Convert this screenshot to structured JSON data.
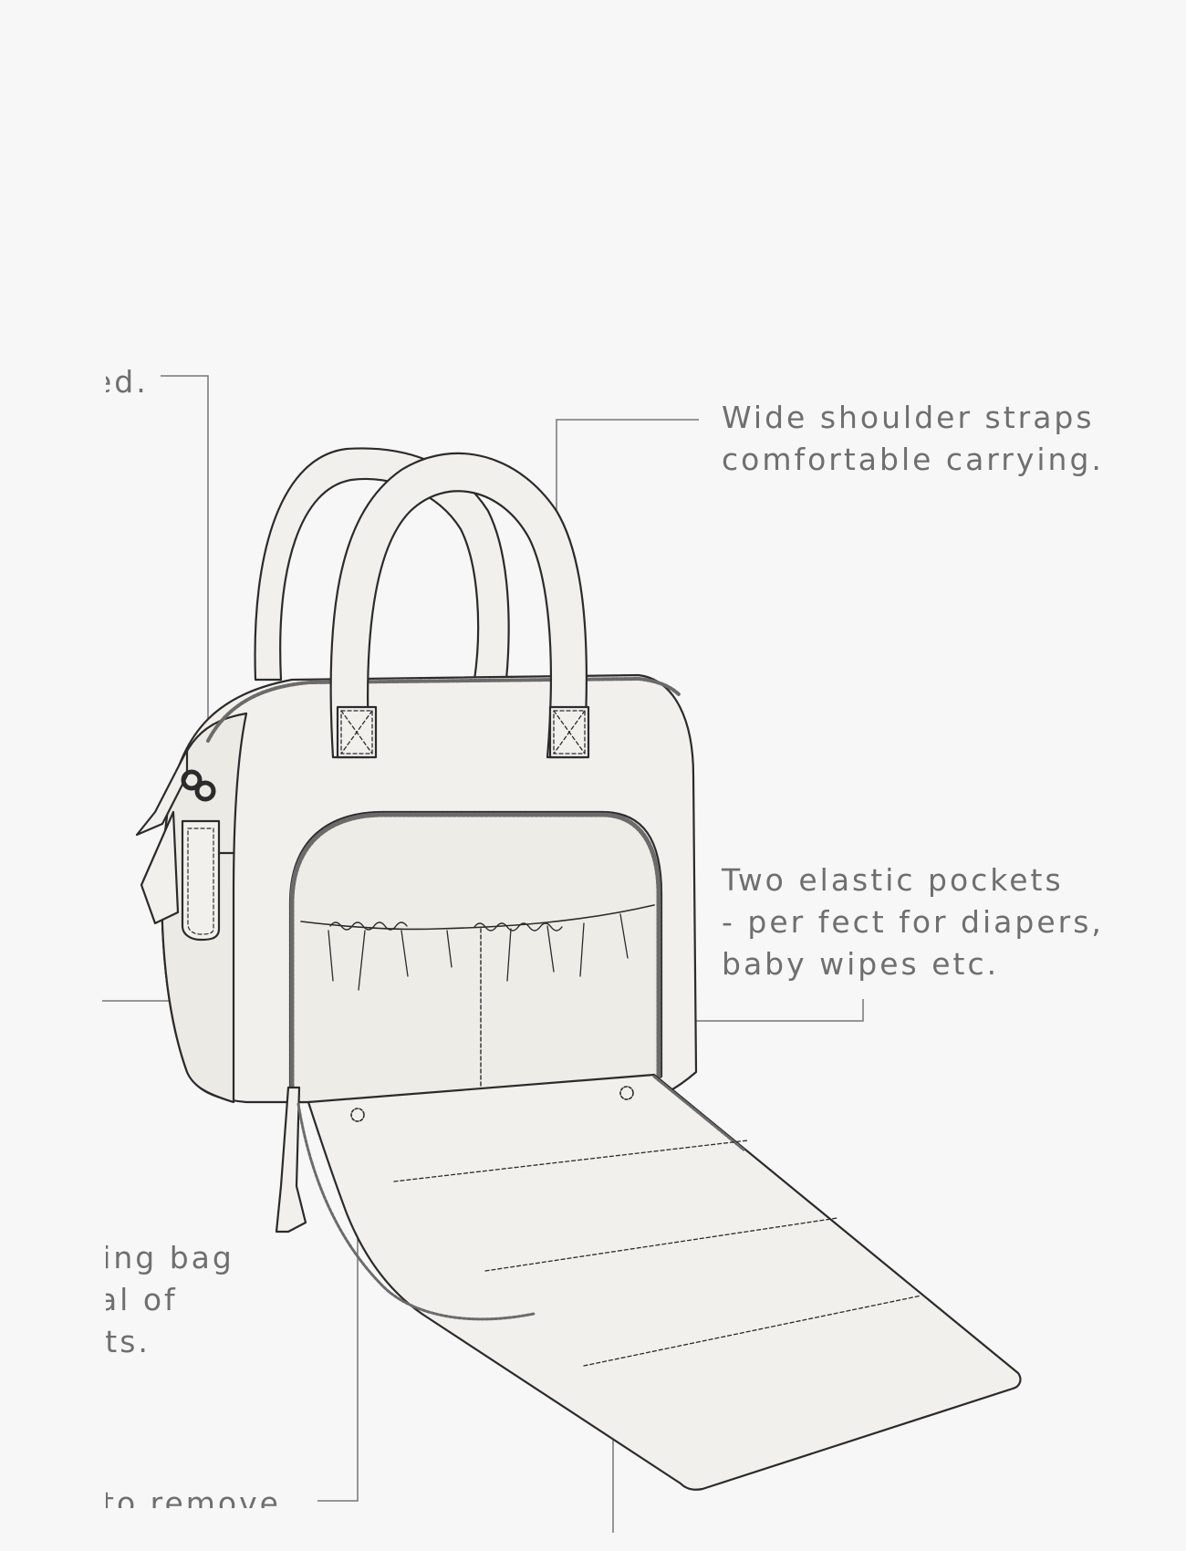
{
  "colors": {
    "background": "#f7f7f7",
    "outline": "#2b2b2b",
    "fill": "#f1f0ec",
    "leader": "#777777",
    "text": "#6f6f6f"
  },
  "annotations": {
    "top_left": [
      "ed."
    ],
    "straps": [
      "Wide shoulder straps",
      "comfortable carrying."
    ],
    "pockets": [
      "Two elastic pockets",
      "- per fect for diapers,",
      "baby wipes etc."
    ],
    "bag": [
      "sing bag",
      "tal of",
      "ets."
    ],
    "remove": [
      "to remove"
    ]
  }
}
